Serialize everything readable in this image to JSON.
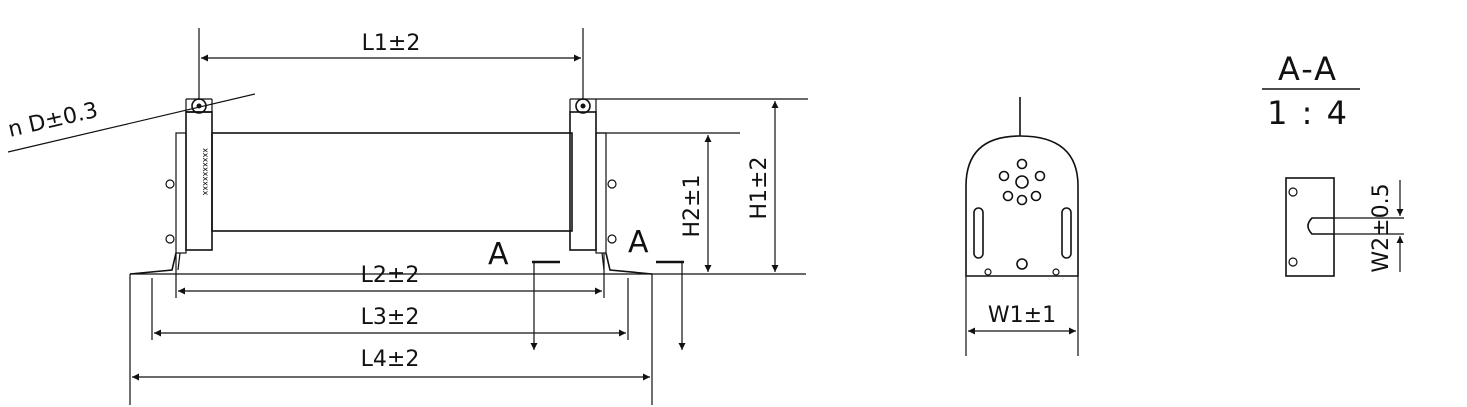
{
  "dimensions": {
    "l1": "L1±2",
    "l2": "L2±2",
    "l3": "L3±2",
    "l4": "L4±2",
    "h1": "H1±2",
    "h2": "H2±1",
    "w1": "W1±1",
    "w2": "W2±0.5",
    "hole": "n D±0.3"
  },
  "section": {
    "marker": "A",
    "name": "A-A",
    "scale": "1 : 4"
  }
}
